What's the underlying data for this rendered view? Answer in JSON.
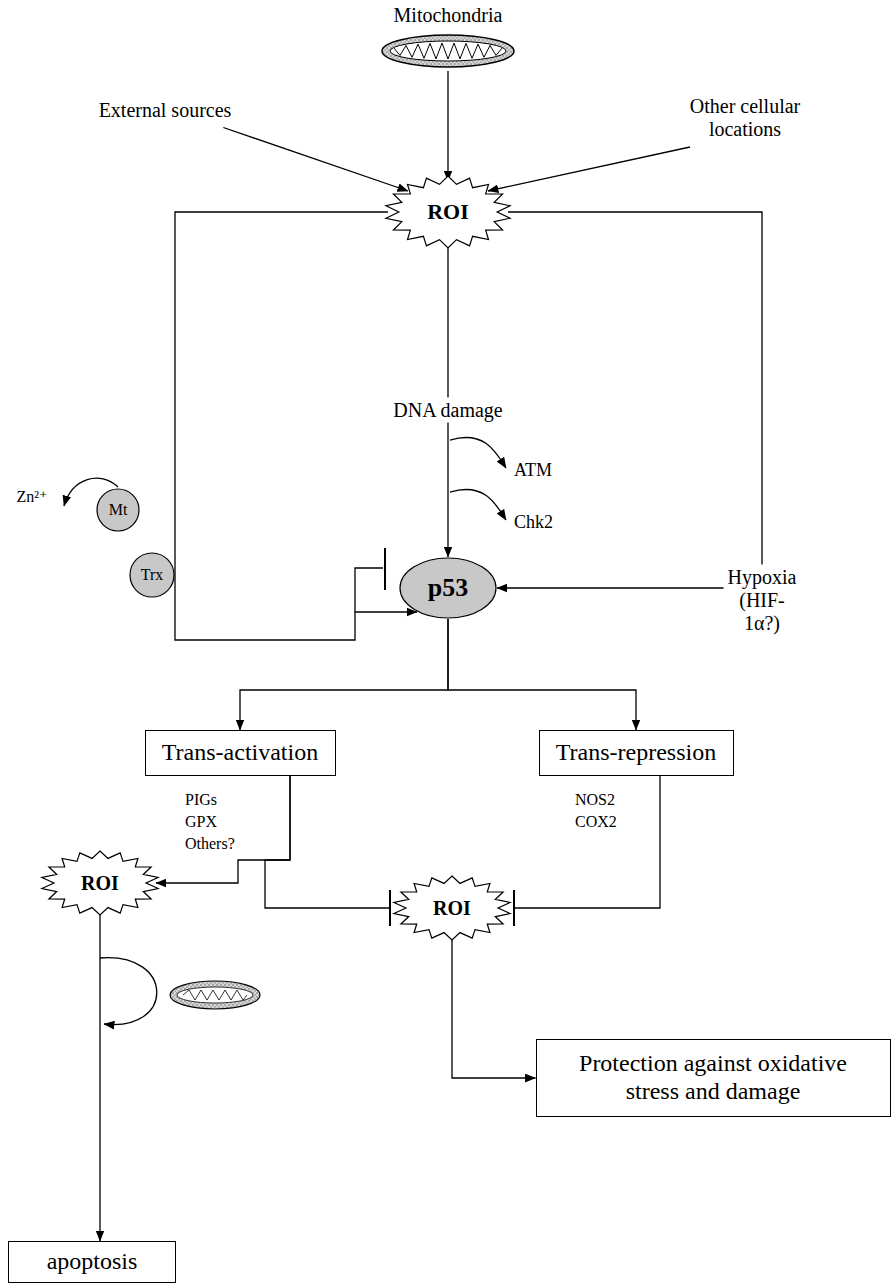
{
  "diagram": {
    "nodes": [
      {
        "text": [
          "Mitochondria"
        ]
      },
      {
        "text": [
          "ROI"
        ]
      },
      {
        "text": [
          "Mt"
        ]
      },
      {
        "text": [
          "Trx"
        ]
      },
      {
        "text": [
          "p53"
        ]
      },
      {
        "text": [
          "Trans-activation"
        ]
      },
      {
        "text": [
          "Trans-repression"
        ]
      },
      {
        "text": [
          "ROI"
        ]
      },
      {
        "text": [
          "ROI"
        ]
      },
      {
        "text": [
          "apoptosis"
        ]
      },
      {
        "text": [
          "Protection against oxidative stress and damage"
        ]
      }
    ],
    "edges": [
      {
        "from": 0,
        "to": 1,
        "arrow": "to"
      },
      {
        "from": 1,
        "to": 4,
        "label": "DNA damage",
        "arrow": "to"
      },
      {
        "from": 1,
        "to": 4,
        "arrow": "to"
      },
      {
        "from": 1,
        "to": 4,
        "label": "Hypoxia (HIF-1α?)",
        "arrow": "to"
      },
      {
        "from": 4,
        "to": 5,
        "arrow": "to"
      },
      {
        "from": 4,
        "to": 6,
        "arrow": "to"
      },
      {
        "from": 5,
        "to": 7,
        "arrow": "to"
      },
      {
        "from": 5,
        "to": 8,
        "arrow": "to"
      },
      {
        "from": 6,
        "to": 8,
        "arrow": "to"
      },
      {
        "from": 7,
        "to": 9,
        "arrow": "to"
      },
      {
        "from": 8,
        "to": 10,
        "arrow": "to"
      }
    ],
    "labels": [
      "External sources",
      "Other cellular locations",
      "Zn²⁺",
      "ATM",
      "Chk2",
      "PIGs",
      "GPX",
      "Others?",
      "NOS2",
      "COX2"
    ]
  }
}
